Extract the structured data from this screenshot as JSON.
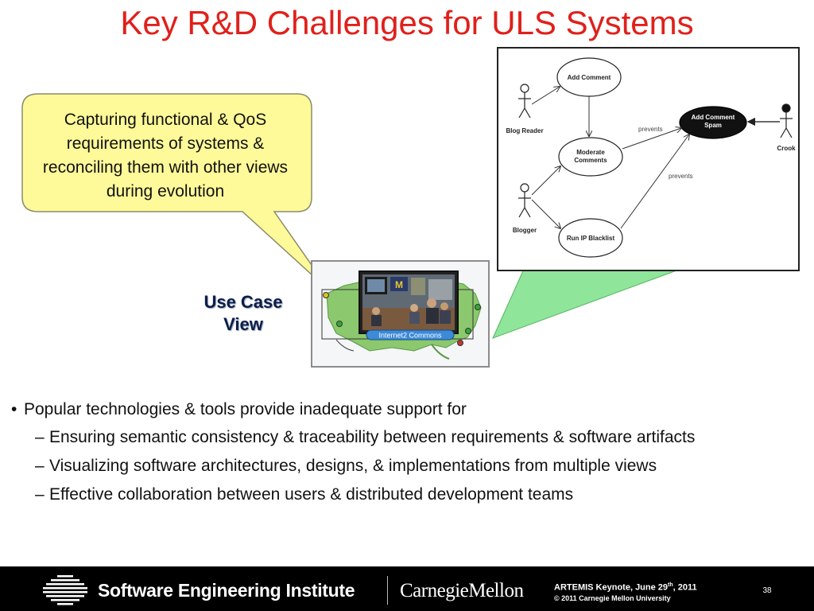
{
  "slide": {
    "title": "Key R&D Challenges for ULS Systems",
    "callout": {
      "text": "Capturing functional & QoS requirements of systems & reconciling them with other views during evolution"
    },
    "map_panel": {
      "banner": "Internet2 Commons",
      "flag_letter": "M"
    },
    "usecase_label": {
      "line1": "Use Case",
      "line2": "View"
    },
    "uml_diagram": {
      "actors": {
        "blog_reader": "Blog Reader",
        "blogger": "Blogger",
        "crook": "Crook"
      },
      "usecases": {
        "add_comment": "Add Comment",
        "moderate_line1": "Moderate",
        "moderate_line2": "Comments",
        "run_ip_blacklist": "Run IP Blacklist",
        "spam_line1": "Add Comment",
        "spam_line2": "Spam"
      },
      "relations": {
        "prevents_1": "prevents",
        "prevents_2": "prevents"
      }
    },
    "bullets": {
      "main": "Popular technologies & tools provide inadequate support for",
      "sub": [
        "Ensuring semantic consistency & traceability between requirements & software artifacts",
        "Visualizing software architectures, designs, & implementations from multiple views",
        "Effective collaboration between users & distributed development teams"
      ]
    },
    "footer": {
      "sei_name": "Software Engineering Institute",
      "cmu_name": "CarnegieMellon",
      "keynote_prefix": "ARTEMIS Keynote, June 29",
      "keynote_sup": "th",
      "keynote_suffix": ", 2011",
      "copyright": "© 2011 Carnegie Mellon University",
      "page_number": "38"
    }
  },
  "colors": {
    "title_red": "#e0201b",
    "callout_fill": "#fffa99",
    "callout_border": "#8b8b6a",
    "pointer_green": "#8fe59a",
    "label_navy": "#0b1e4a",
    "footer_black": "#000000"
  }
}
